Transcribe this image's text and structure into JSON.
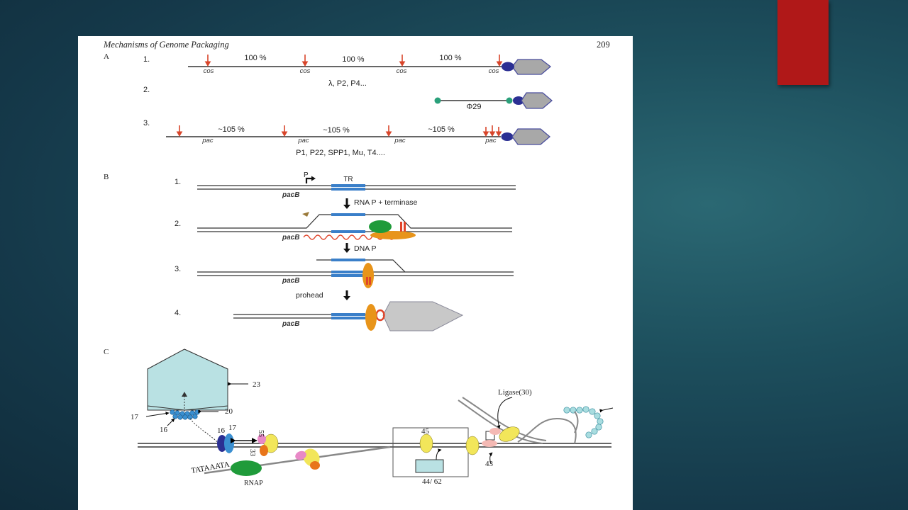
{
  "slide": {
    "accent_color": "#b01818",
    "page_header": {
      "title": "Mechanisms of Genome Packaging",
      "page_number": "209"
    },
    "panel_a": {
      "label": "A",
      "row1": {
        "number": "1.",
        "percents": [
          "100 %",
          "100 %",
          "100 %"
        ],
        "site_labels": [
          "cos",
          "cos",
          "cos",
          "cos"
        ],
        "phages": "λ, P2, P4..."
      },
      "row2": {
        "number": "2.",
        "phage": "Φ29"
      },
      "row3": {
        "number": "3.",
        "percents": [
          "~105 %",
          "~105 %",
          "~105 %"
        ],
        "site_labels": [
          "pac",
          "pac",
          "pac",
          "pac"
        ],
        "phages": "P1, P22, SPP1, Mu, T4...."
      }
    },
    "panel_b": {
      "label": "B",
      "steps": [
        "1.",
        "2.",
        "3.",
        "4."
      ],
      "promoter_label": "P",
      "tr_label": "TR",
      "site_label": "pacB",
      "arrows": [
        "RNA P + terminase",
        "DNA P",
        "prohead"
      ]
    },
    "panel_c": {
      "label": "C",
      "numbers": {
        "n23": "23",
        "n17a": "17",
        "n20": "20",
        "n16a": "16",
        "n16b": "16",
        "n17b": "17",
        "n55": "55",
        "n33": "33",
        "n45": "45",
        "n43": "43",
        "n4462": "44/ 62"
      },
      "ligase_label": "Ligase(30)",
      "tata_label": "TATAAATA",
      "rnap_label": "RNAP"
    }
  }
}
